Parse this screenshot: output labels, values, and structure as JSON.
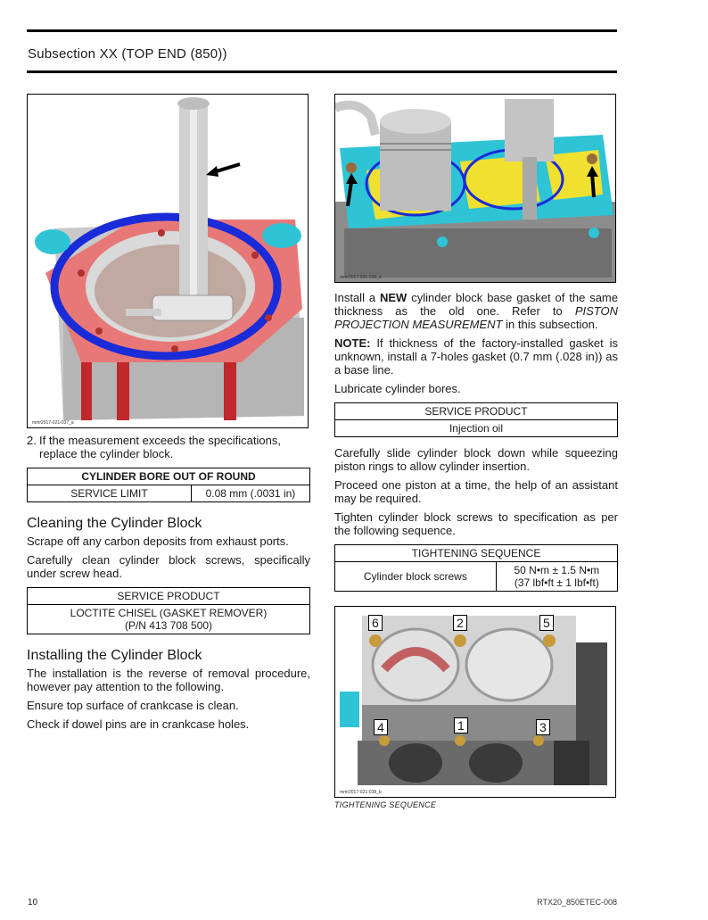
{
  "header": {
    "section_title": "Subsection XX (TOP END (850))"
  },
  "left": {
    "figure1_code": "mmr2017-021-037_a",
    "step2_num": "2.",
    "step2_text": "If the measurement exceeds the specifications, replace the cylinder block.",
    "table1": {
      "title": "CYLINDER BORE OUT OF ROUND",
      "label": "SERVICE LIMIT",
      "value": "0.08 mm (.0031 in)"
    },
    "cleaning_heading": "Cleaning the Cylinder Block",
    "cleaning_p1": "Scrape off any carbon deposits from exhaust ports.",
    "cleaning_p2": "Carefully clean cylinder block screws, specifically under screw head.",
    "table2": {
      "title": "SERVICE PRODUCT",
      "line1": "LOCTITE CHISEL (GASKET REMOVER)",
      "line2": "(P/N 413 708 500)"
    },
    "installing_heading": "Installing the Cylinder Block",
    "installing_p1": "The installation is the reverse of removal procedure, however pay attention to the following.",
    "installing_p2": "Ensure top surface of crankcase is clean.",
    "installing_p3": "Check if dowel pins are in crankcase holes."
  },
  "right": {
    "figure2_code": "mmr2017-021-039_a",
    "install_p1_a": "Install a ",
    "install_p1_b": "NEW",
    "install_p1_c": " cylinder block base gasket of the same thickness as the old one. Refer to ",
    "install_p1_d": "PISTON PROJECTION MEASUREMENT",
    "install_p1_e": " in this subsection.",
    "note_label": "NOTE:",
    "note_text": " If thickness of the factory-installed gasket is unknown, install a 7-holes gasket (0.7 mm (.028 in)) as a base line.",
    "lubricate": "Lubricate cylinder bores.",
    "table3": {
      "title": "SERVICE PRODUCT",
      "value": "Injection oil"
    },
    "slide_p": "Carefully slide cylinder block down while squeezing piston rings to allow cylinder insertion.",
    "proceed_p": "Proceed one piston at a time, the help of an assistant may be required.",
    "tighten_p": "Tighten cylinder block screws to specification as per the following sequence.",
    "table4": {
      "title": "TIGHTENING SEQUENCE",
      "label": "Cylinder block screws",
      "value_line1": "50 N•m ± 1.5 N•m",
      "value_line2": "(37 lbf•ft ± 1 lbf•ft)"
    },
    "figure3_code": "mmr2017-021-038_b",
    "figure3_labels": [
      "6",
      "2",
      "5",
      "4",
      "1",
      "3"
    ],
    "figure3_caption": "TIGHTENING SEQUENCE"
  },
  "footer": {
    "page_number": "10",
    "doc_code": "RTX20_850ETEC-008"
  },
  "colors": {
    "gasket_cyan": "#2ec4d6",
    "cylinder_red": "#e87878",
    "gasket_blue": "#1a2bd8",
    "sealant_yellow": "#f0e030"
  }
}
